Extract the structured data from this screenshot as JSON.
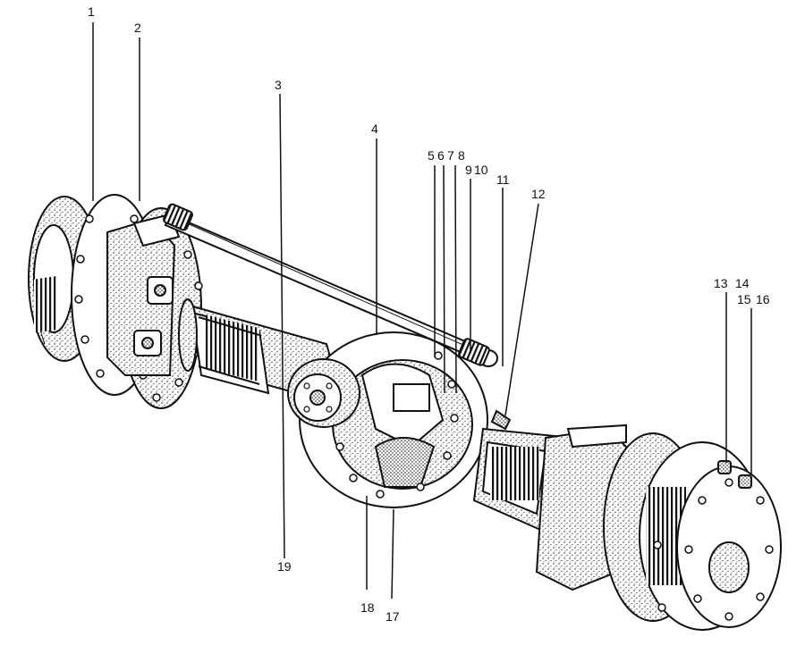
{
  "diagram": {
    "ink_color": "#1a1a1a",
    "paper_color": "#ffffff",
    "callouts": [
      {
        "id": "1",
        "text": "1"
      },
      {
        "id": "2",
        "text": "2"
      },
      {
        "id": "3",
        "text": "3"
      },
      {
        "id": "4",
        "text": "4"
      },
      {
        "id": "5",
        "text": "5"
      },
      {
        "id": "6",
        "text": "6"
      },
      {
        "id": "7",
        "text": "7"
      },
      {
        "id": "8",
        "text": "8"
      },
      {
        "id": "9",
        "text": "9"
      },
      {
        "id": "10",
        "text": "10"
      },
      {
        "id": "11",
        "text": "11"
      },
      {
        "id": "12",
        "text": "12"
      },
      {
        "id": "13",
        "text": "13"
      },
      {
        "id": "14",
        "text": "14"
      },
      {
        "id": "15",
        "text": "15"
      },
      {
        "id": "16",
        "text": "16"
      },
      {
        "id": "17",
        "text": "17"
      },
      {
        "id": "18",
        "text": "18"
      },
      {
        "id": "19",
        "text": "19"
      }
    ]
  }
}
